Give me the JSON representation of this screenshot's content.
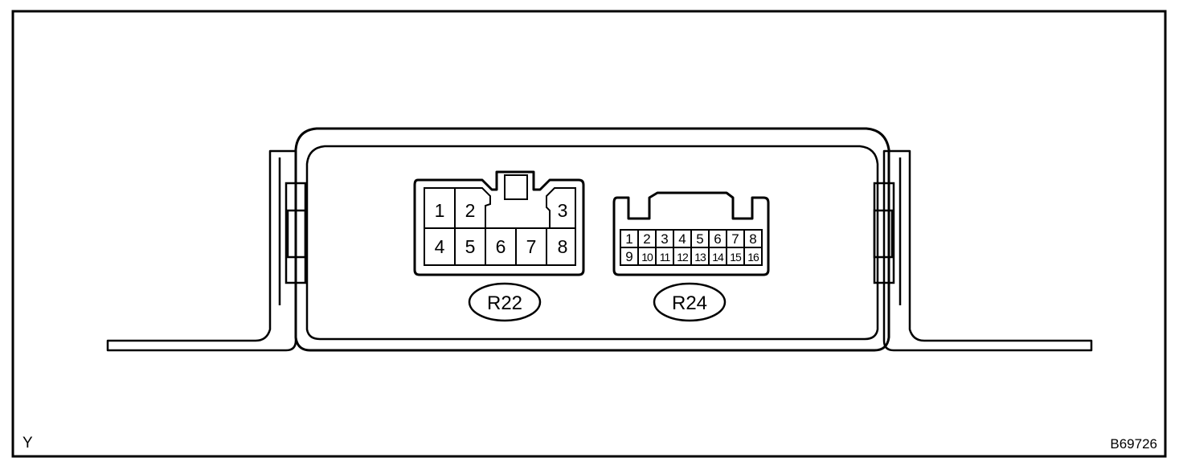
{
  "figure": {
    "corner_mark": "Y",
    "figure_code": "B69726"
  },
  "connectors": {
    "r22": {
      "label": "R22",
      "row1": [
        "1",
        "2",
        "3"
      ],
      "row2": [
        "4",
        "5",
        "6",
        "7",
        "8"
      ]
    },
    "r24": {
      "label": "R24",
      "row1": [
        "1",
        "2",
        "3",
        "4",
        "5",
        "6",
        "7",
        "8"
      ],
      "row2": [
        "9",
        "10",
        "11",
        "12",
        "13",
        "14",
        "15",
        "16"
      ]
    }
  }
}
